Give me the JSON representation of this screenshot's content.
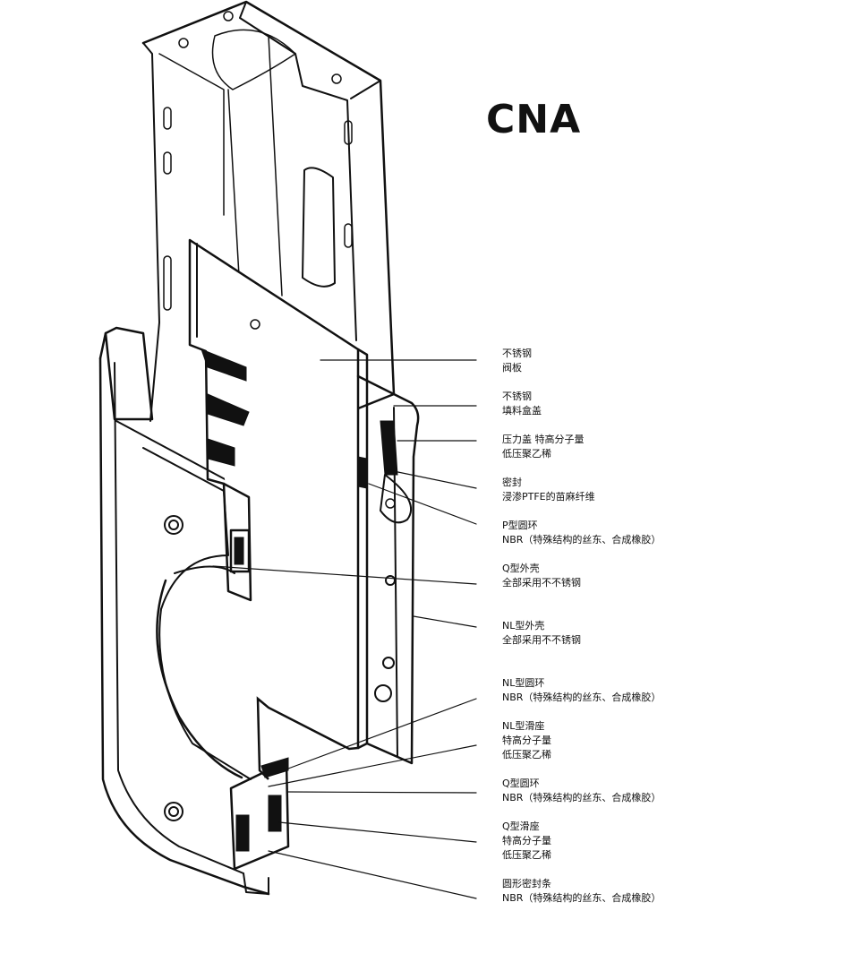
{
  "title": "CNA",
  "callouts": [
    {
      "line1": "不锈钢",
      "line2": "阀板"
    },
    {
      "line1": "不锈钢",
      "line2": "填料盒盖"
    },
    {
      "line1": "压力盖 特高分子量",
      "line2": "低压聚乙稀"
    },
    {
      "line1": "密封",
      "line2": "浸渗PTFE的苗麻纤维"
    },
    {
      "line1": "P型圆环",
      "line2": "NBR（特殊结构的丝东、合成橡胶）"
    },
    {
      "line1": "Q型外壳",
      "line2": "全部采用不不锈钢"
    },
    {
      "line1": "NL型外壳",
      "line2": "全部采用不不锈钢"
    },
    {
      "line1": "NL型圆环",
      "line2": "NBR（特殊结构的丝东、合成橡胶）"
    },
    {
      "line1": "NL型滑座",
      "line2": "特高分子量",
      "line3": "低压聚乙稀"
    },
    {
      "line1": "Q型圆环",
      "line2": "NBR（特殊结构的丝东、合成橡胶）"
    },
    {
      "line1": "Q型滑座",
      "line2": "特高分子量",
      "line3": "低压聚乙稀"
    },
    {
      "line1": "圆形密封条",
      "line2": "NBR（特殊结构的丝东、合成橡胶）"
    }
  ]
}
